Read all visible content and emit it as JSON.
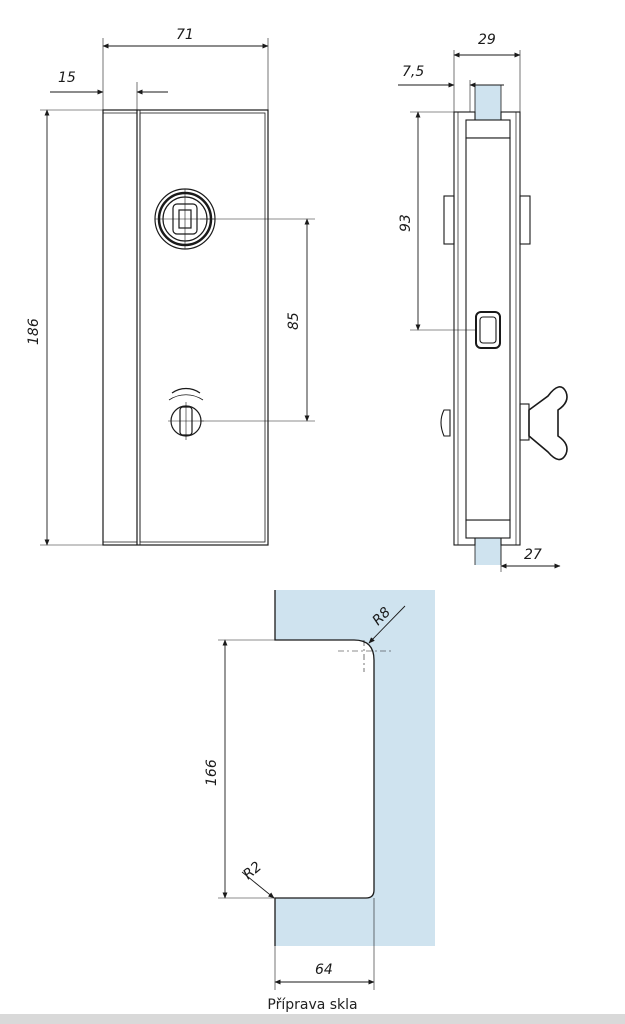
{
  "front_view": {
    "width_label": "71",
    "offset_label": "15",
    "height_label": "186",
    "hole_spacing_label": "85"
  },
  "side_view": {
    "thickness_label": "29",
    "inset_label": "7,5",
    "height_label": "93",
    "depth_label": "27"
  },
  "glass_cutout": {
    "height_label": "166",
    "width_label": "64",
    "radius_top_label": "R8",
    "radius_bottom_label": "R2"
  },
  "caption": "Příprava skla",
  "colors": {
    "glass": "#cfe3ef",
    "line": "#1a1a1a"
  }
}
